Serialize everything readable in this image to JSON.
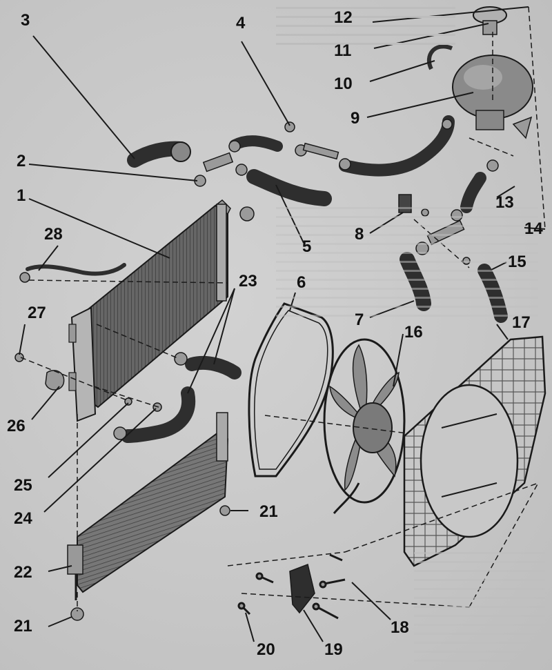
{
  "diagram": {
    "callouts": {
      "c1": "1",
      "c2": "2",
      "c3": "3",
      "c4": "4",
      "c5": "5",
      "c6": "6",
      "c7": "7",
      "c8": "8",
      "c9": "9",
      "c10": "10",
      "c11": "11",
      "c12": "12",
      "c13": "13",
      "c14": "14",
      "c15": "15",
      "c16": "16",
      "c17": "17",
      "c18": "18",
      "c19": "19",
      "c20": "20",
      "c21a": "21",
      "c21b": "21",
      "c22": "22",
      "c23": "23",
      "c24": "24",
      "c25": "25",
      "c26": "26",
      "c27": "27",
      "c28": "28"
    },
    "colors": {
      "ink": "#1a1a1a",
      "radiator_fill": "#6e6e6e",
      "hose_fill": "#2e2e2e",
      "tank_fill": "#8a8a8a",
      "paper": "#c9c9c9"
    }
  }
}
